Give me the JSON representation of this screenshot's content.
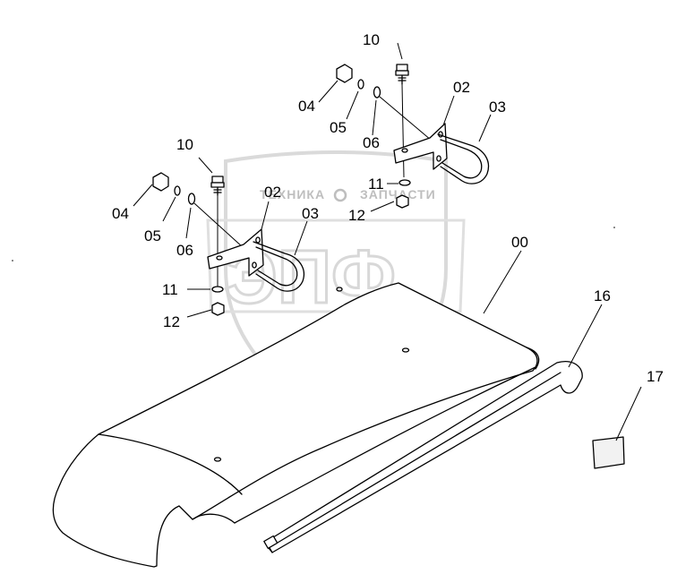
{
  "callouts": {
    "c00": "00",
    "c16": "16",
    "c17": "17",
    "top_bolt": "10",
    "top_bracket": "02",
    "top_ubolt": "03",
    "top_nut_cap": "04",
    "top_washer": "05",
    "top_spring_washer": "06",
    "top_flat_washer": "11",
    "top_nut": "12",
    "left_bolt": "10",
    "left_bracket": "02",
    "left_ubolt": "03",
    "left_nut_cap": "04",
    "left_washer": "05",
    "left_spring_washer": "06",
    "left_flat_washer": "11",
    "left_nut": "12"
  },
  "watermark": {
    "word_left": "ТЕХНИКА",
    "word_right": "ЗАПЧАСТИ",
    "monogram": "ЭПФ"
  }
}
